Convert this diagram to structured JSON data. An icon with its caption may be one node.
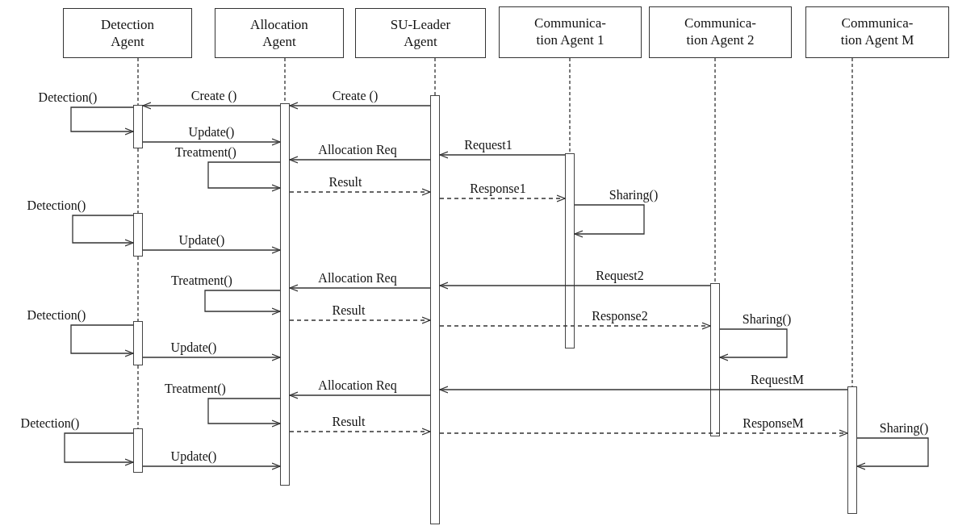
{
  "diagram": {
    "nodes": [
      {
        "text": [
          "Detection Agent"
        ]
      },
      {
        "text": [
          "Allocation Agent"
        ]
      },
      {
        "text": [
          "SU-Leader Agent"
        ]
      },
      {
        "text": [
          "Communica- tion Agent 1"
        ]
      },
      {
        "text": [
          "Communica- tion Agent 2"
        ]
      },
      {
        "text": [
          "Communica- tion Agent M"
        ]
      },
      {
        "text": [],
        "shape": "bar"
      },
      {
        "text": [],
        "shape": "bar"
      },
      {
        "text": [],
        "shape": "bar"
      },
      {
        "text": [],
        "shape": "bar"
      },
      {
        "text": [],
        "shape": "bar"
      },
      {
        "text": [],
        "shape": "bar"
      },
      {
        "text": [],
        "shape": "bar"
      },
      {
        "text": [],
        "shape": "bar"
      },
      {
        "text": [],
        "shape": "bar"
      }
    ],
    "edges": [
      {
        "from": 11,
        "to": 10,
        "arrow": "to",
        "label": "Create ()"
      },
      {
        "from": 10,
        "to": 6,
        "arrow": "to",
        "label": "Create ()"
      },
      {
        "from": 6,
        "to": 6,
        "arrow": "to",
        "label": "Detection()"
      },
      {
        "from": 6,
        "to": 10,
        "arrow": "to",
        "label": "Update()"
      },
      {
        "from": 12,
        "to": 11,
        "arrow": "to",
        "label": "Request1"
      },
      {
        "from": 11,
        "to": 10,
        "arrow": "to",
        "label": "Allocation Req"
      },
      {
        "from": 10,
        "to": 10,
        "arrow": "to",
        "label": "Treatment()"
      },
      {
        "from": 10,
        "to": 11,
        "arrow": "to",
        "label": "Result",
        "style": "dashed"
      },
      {
        "from": 11,
        "to": 12,
        "arrow": "to",
        "label": "Response1",
        "style": "dashed"
      },
      {
        "from": 12,
        "to": 12,
        "arrow": "to",
        "label": "Sharing()"
      },
      {
        "from": 7,
        "to": 7,
        "arrow": "to",
        "label": "Detection()"
      },
      {
        "from": 7,
        "to": 10,
        "arrow": "to",
        "label": "Update()"
      },
      {
        "from": 13,
        "to": 11,
        "arrow": "to",
        "label": "Request2"
      },
      {
        "from": 11,
        "to": 10,
        "arrow": "to",
        "label": "Allocation Req"
      },
      {
        "from": 10,
        "to": 10,
        "arrow": "to",
        "label": "Treatment()"
      },
      {
        "from": 10,
        "to": 11,
        "arrow": "to",
        "label": "Result",
        "style": "dashed"
      },
      {
        "from": 11,
        "to": 13,
        "arrow": "to",
        "label": "Response2",
        "style": "dashed"
      },
      {
        "from": 8,
        "to": 8,
        "arrow": "to",
        "label": "Detection()"
      },
      {
        "from": 13,
        "to": 13,
        "arrow": "to",
        "label": "Sharing()"
      },
      {
        "from": 8,
        "to": 10,
        "arrow": "to",
        "label": "Update()"
      },
      {
        "from": 14,
        "to": 11,
        "arrow": "to",
        "label": "RequestM"
      },
      {
        "from": 11,
        "to": 10,
        "arrow": "to",
        "label": "Allocation Req"
      },
      {
        "from": 10,
        "to": 10,
        "arrow": "to",
        "label": "Treatment()"
      },
      {
        "from": 10,
        "to": 11,
        "arrow": "to",
        "label": "Result",
        "style": "dashed"
      },
      {
        "from": 11,
        "to": 14,
        "arrow": "to",
        "label": "ResponseM",
        "style": "dashed"
      },
      {
        "from": 14,
        "to": 14,
        "arrow": "to",
        "label": "Sharing()"
      },
      {
        "from": 9,
        "to": 9,
        "arrow": "to",
        "label": "Detection()"
      },
      {
        "from": 9,
        "to": 10,
        "arrow": "to",
        "label": "Update()"
      },
      {
        "from": 0,
        "to": 6,
        "arrow": "none",
        "style": "dashed"
      },
      {
        "from": 6,
        "to": 7,
        "arrow": "none",
        "style": "dashed"
      },
      {
        "from": 7,
        "to": 8,
        "arrow": "none",
        "style": "dashed"
      },
      {
        "from": 8,
        "to": 9,
        "arrow": "none",
        "style": "dashed"
      },
      {
        "from": 1,
        "to": 10,
        "arrow": "none",
        "style": "dashed"
      },
      {
        "from": 2,
        "to": 11,
        "arrow": "none",
        "style": "dashed"
      },
      {
        "from": 3,
        "to": 12,
        "arrow": "none",
        "style": "dashed"
      },
      {
        "from": 4,
        "to": 13,
        "arrow": "none",
        "style": "dashed"
      },
      {
        "from": 5,
        "to": 14,
        "arrow": "none",
        "style": "dashed"
      }
    ]
  }
}
